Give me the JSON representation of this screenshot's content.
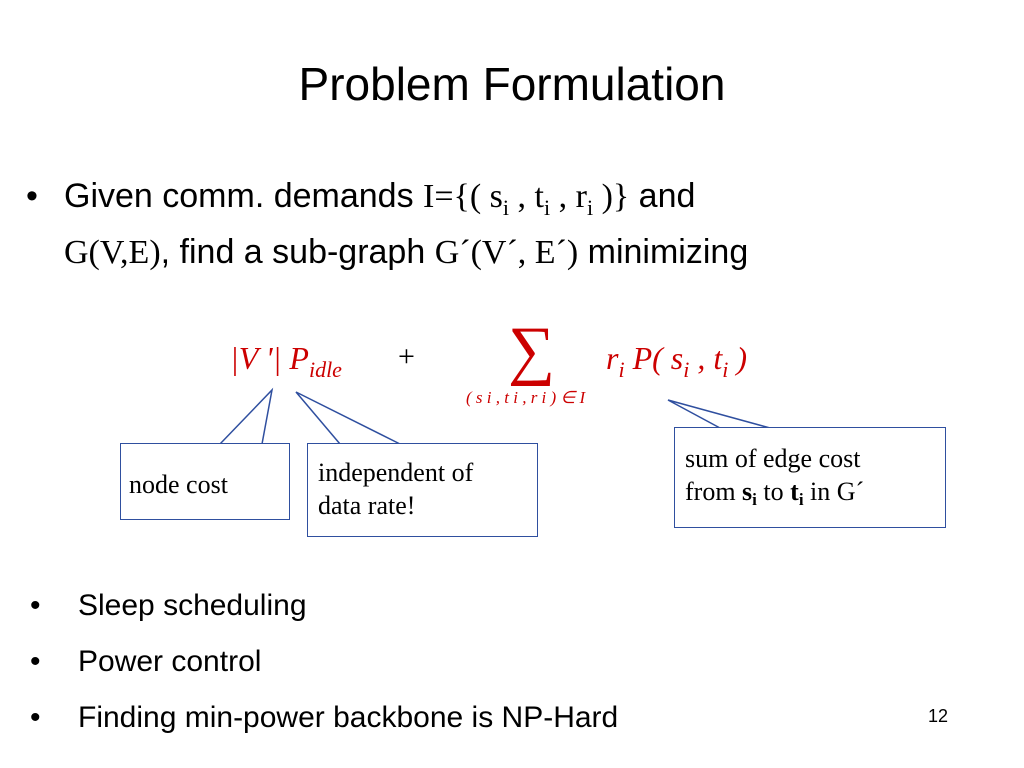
{
  "slide": {
    "title": "Problem Formulation",
    "page_number": "12"
  },
  "main_bullet": {
    "dot": "•",
    "line1_pre": "Given comm. demands ",
    "line1_formula_a": "I={( s",
    "line1_sub_i1": "i",
    "line1_formula_b": " , t",
    "line1_sub_i2": "i",
    "line1_formula_c": " , r",
    "line1_sub_i3": "i",
    "line1_formula_d": " )}",
    "line1_post": " and",
    "line2_graph": "G(V,E)",
    "line2_mid": ", find a sub-graph ",
    "line2_subgraph": "G´(V´, E´)",
    "line2_post": " minimizing"
  },
  "formula": {
    "term1": "|V '| P",
    "term1_sub": "idle",
    "plus": "+",
    "sigma": "∑",
    "sum_index": "( s i , t i , r i ) ∈ I",
    "term2_r": "r",
    "term2_r_sub": "i",
    "term2_p": " P( s",
    "term2_s_sub": "i",
    "term2_comma": " , t",
    "term2_t_sub": "i",
    "term2_close": " )"
  },
  "callouts": {
    "node_cost": "node cost",
    "independent_line1": "independent of",
    "independent_line2": "data rate!",
    "edge_line1": "sum of edge cost",
    "edge_from": "from ",
    "edge_s": "s",
    "edge_s_sub": "i",
    "edge_to": " to ",
    "edge_t": "t",
    "edge_t_sub": "i",
    "edge_in": " in G´"
  },
  "bullets": [
    "Sleep scheduling",
    "Power control",
    "Finding min-power backbone is NP-Hard"
  ],
  "colors": {
    "formula": "#cc0000",
    "callout_border": "#2f4f9f"
  }
}
